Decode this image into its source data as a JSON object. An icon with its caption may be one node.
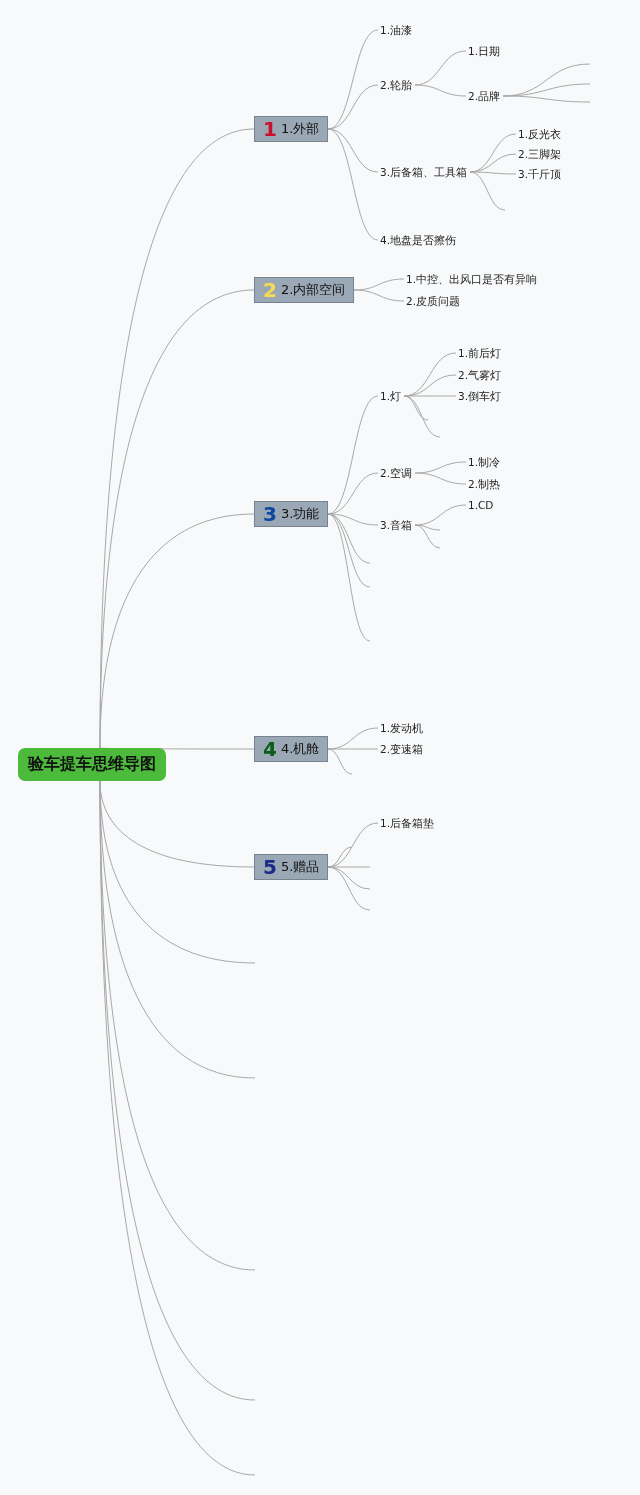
{
  "diagram": {
    "nodes": [
      {
        "text": [
          "验车提车思维导图"
        ]
      },
      {
        "text": [
          "1",
          "1.外部"
        ]
      },
      {
        "text": [
          "1.油漆"
        ]
      },
      {
        "text": [
          "2.轮胎"
        ]
      },
      {
        "text": [
          "1.日期"
        ]
      },
      {
        "text": [
          "2.品牌"
        ]
      },
      {
        "text": [
          "3.后备箱、工具箱"
        ]
      },
      {
        "text": [
          "1.反光衣"
        ]
      },
      {
        "text": [
          "2.三脚架"
        ]
      },
      {
        "text": [
          "3.千斤顶"
        ]
      },
      {
        "text": [
          "4.地盘是否擦伤"
        ]
      },
      {
        "text": [
          "2",
          "2.内部空间"
        ]
      },
      {
        "text": [
          "1.中控、出风口是否有异响"
        ]
      },
      {
        "text": [
          "2.皮质问题"
        ]
      },
      {
        "text": [
          "3",
          "3.功能"
        ]
      },
      {
        "text": [
          "1.灯"
        ]
      },
      {
        "text": [
          "1.前后灯"
        ]
      },
      {
        "text": [
          "2.气雾灯"
        ]
      },
      {
        "text": [
          "3.倒车灯"
        ]
      },
      {
        "text": [
          "2.空调"
        ]
      },
      {
        "text": [
          "1.制冷"
        ]
      },
      {
        "text": [
          "2.制热"
        ]
      },
      {
        "text": [
          "3.音箱"
        ]
      },
      {
        "text": [
          "1.CD"
        ]
      },
      {
        "text": [
          "4",
          "4.机舱"
        ]
      },
      {
        "text": [
          "1.发动机"
        ]
      },
      {
        "text": [
          "2.变速箱"
        ]
      },
      {
        "text": [
          "5",
          "5.赠品"
        ]
      },
      {
        "text": [
          "1.后备箱垫"
        ]
      }
    ],
    "edges": [
      {
        "from": 0,
        "to": 1,
        "arrow": "none"
      },
      {
        "from": 1,
        "to": 2,
        "arrow": "none"
      },
      {
        "from": 1,
        "to": 3,
        "arrow": "none"
      },
      {
        "from": 3,
        "to": 4,
        "arrow": "none"
      },
      {
        "from": 3,
        "to": 5,
        "arrow": "none"
      },
      {
        "from": 5,
        "to": null,
        "arrow": "none"
      },
      {
        "from": 5,
        "to": null,
        "arrow": "none"
      },
      {
        "from": 5,
        "to": null,
        "arrow": "none"
      },
      {
        "from": 1,
        "to": 6,
        "arrow": "none"
      },
      {
        "from": 6,
        "to": 7,
        "arrow": "none"
      },
      {
        "from": 6,
        "to": 8,
        "arrow": "none"
      },
      {
        "from": 6,
        "to": 9,
        "arrow": "none"
      },
      {
        "from": 6,
        "to": null,
        "arrow": "none"
      },
      {
        "from": 1,
        "to": 10,
        "arrow": "none"
      },
      {
        "from": 0,
        "to": 11,
        "arrow": "none"
      },
      {
        "from": 11,
        "to": 12,
        "arrow": "none"
      },
      {
        "from": 11,
        "to": 13,
        "arrow": "none"
      },
      {
        "from": 0,
        "to": 14,
        "arrow": "none"
      },
      {
        "from": 14,
        "to": 15,
        "arrow": "none"
      },
      {
        "from": 15,
        "to": 16,
        "arrow": "none"
      },
      {
        "from": 15,
        "to": 17,
        "arrow": "none"
      },
      {
        "from": 15,
        "to": 18,
        "arrow": "none"
      },
      {
        "from": 15,
        "to": null,
        "arrow": "none"
      },
      {
        "from": 15,
        "to": null,
        "arrow": "none"
      },
      {
        "from": 14,
        "to": 19,
        "arrow": "none"
      },
      {
        "from": 19,
        "to": 20,
        "arrow": "none"
      },
      {
        "from": 19,
        "to": 21,
        "arrow": "none"
      },
      {
        "from": 14,
        "to": 22,
        "arrow": "none"
      },
      {
        "from": 22,
        "to": 23,
        "arrow": "none"
      },
      {
        "from": 22,
        "to": null,
        "arrow": "none"
      },
      {
        "from": 22,
        "to": null,
        "arrow": "none"
      },
      {
        "from": 14,
        "to": null,
        "arrow": "none"
      },
      {
        "from": 14,
        "to": null,
        "arrow": "none"
      },
      {
        "from": 14,
        "to": null,
        "arrow": "none"
      },
      {
        "from": 0,
        "to": 24,
        "arrow": "none"
      },
      {
        "from": 24,
        "to": 25,
        "arrow": "none"
      },
      {
        "from": 24,
        "to": 26,
        "arrow": "none"
      },
      {
        "from": 24,
        "to": null,
        "arrow": "none"
      },
      {
        "from": 0,
        "to": 27,
        "arrow": "none"
      },
      {
        "from": 27,
        "to": 28,
        "arrow": "none"
      },
      {
        "from": 27,
        "to": null,
        "arrow": "none"
      },
      {
        "from": 27,
        "to": null,
        "arrow": "none"
      },
      {
        "from": 27,
        "to": null,
        "arrow": "none"
      },
      {
        "from": 27,
        "to": null,
        "arrow": "none"
      },
      {
        "from": 0,
        "to": null,
        "arrow": "none"
      },
      {
        "from": 0,
        "to": null,
        "arrow": "none"
      },
      {
        "from": 0,
        "to": null,
        "arrow": "none"
      },
      {
        "from": 0,
        "to": null,
        "arrow": "none"
      },
      {
        "from": 0,
        "to": null,
        "arrow": "none"
      }
    ]
  }
}
